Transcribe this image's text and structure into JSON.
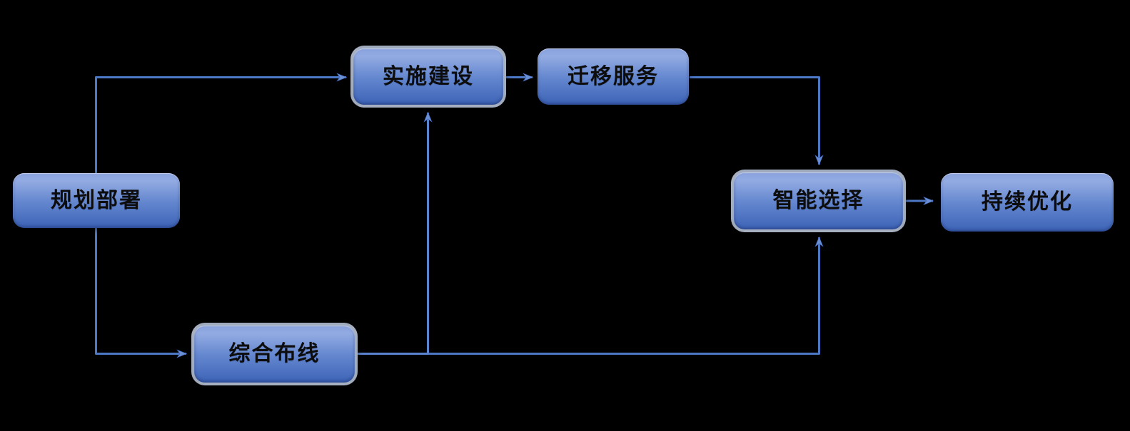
{
  "diagram": {
    "type": "flowchart",
    "title": "",
    "nodes": [
      {
        "id": "planning-deployment",
        "label": "规划部署",
        "style": "plain"
      },
      {
        "id": "implementation-construction",
        "label": "实施建设",
        "style": "silver"
      },
      {
        "id": "migration-service",
        "label": "迁移服务",
        "style": "plain"
      },
      {
        "id": "integrated-cabling",
        "label": "综合布线",
        "style": "silver"
      },
      {
        "id": "intelligent-selection",
        "label": "智能选择",
        "style": "silver"
      },
      {
        "id": "continuous-optimization",
        "label": "持续优化",
        "style": "plain"
      }
    ],
    "edges": [
      {
        "from": "规划部署",
        "to": "实施建设",
        "route": "up-then-right"
      },
      {
        "from": "规划部署",
        "to": "综合布线",
        "route": "down-then-right"
      },
      {
        "from": "实施建设",
        "to": "迁移服务",
        "route": "straight-right"
      },
      {
        "from": "迁移服务",
        "to": "智能选择",
        "route": "right-then-down"
      },
      {
        "from": "综合布线",
        "to": "实施建设",
        "route": "right-then-up"
      },
      {
        "from": "综合布线",
        "to": "智能选择",
        "route": "right-then-up"
      },
      {
        "from": "智能选择",
        "to": "持续优化",
        "route": "straight-right"
      }
    ],
    "colors": {
      "background": "#000000",
      "connector": "#4d78c6",
      "connector_arrow": "#6b8fd4",
      "node_gradient_top": "#8aa2de",
      "node_gradient_bottom": "#3d63b6",
      "node_border_silver": "#aab1bc",
      "text": "#0d0d0d"
    }
  }
}
